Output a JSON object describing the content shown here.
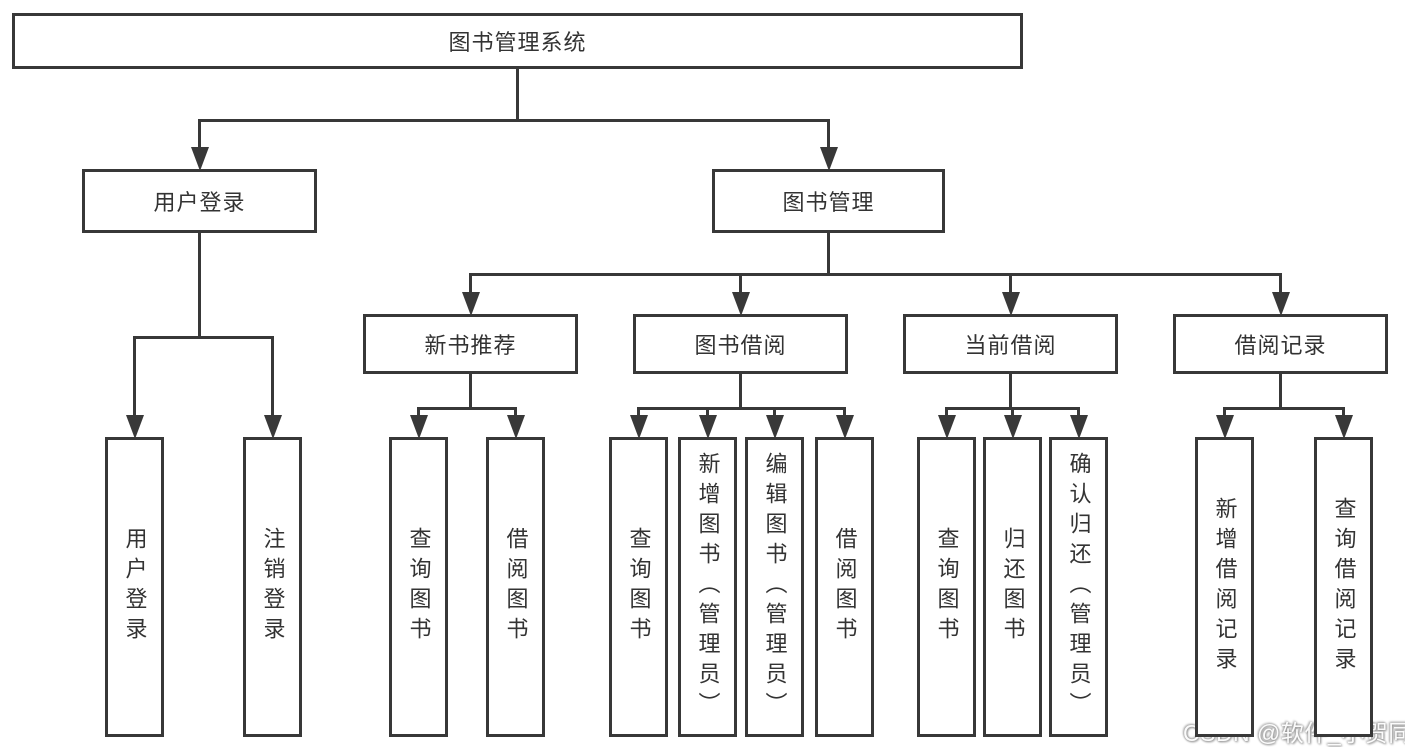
{
  "diagram": {
    "title": "图书管理系统",
    "type": "hierarchy-tree"
  },
  "nodes": [
    {
      "id": "root",
      "label": "图书管理系统",
      "parent": null,
      "orientation": "horizontal"
    },
    {
      "id": "user-login",
      "label": "用户登录",
      "parent": "root",
      "orientation": "horizontal"
    },
    {
      "id": "book-mgmt",
      "label": "图书管理",
      "parent": "root",
      "orientation": "horizontal"
    },
    {
      "id": "new-book-rec",
      "label": "新书推荐",
      "parent": "book-mgmt",
      "orientation": "horizontal"
    },
    {
      "id": "book-borrow",
      "label": "图书借阅",
      "parent": "book-mgmt",
      "orientation": "horizontal"
    },
    {
      "id": "current-borrow",
      "label": "当前借阅",
      "parent": "book-mgmt",
      "orientation": "horizontal"
    },
    {
      "id": "borrow-record",
      "label": "借阅记录",
      "parent": "book-mgmt",
      "orientation": "horizontal"
    },
    {
      "id": "ul-login",
      "label": "用户登录",
      "parent": "user-login",
      "orientation": "vertical"
    },
    {
      "id": "ul-logout",
      "label": "注销登录",
      "parent": "user-login",
      "orientation": "vertical"
    },
    {
      "id": "nbr-query",
      "label": "查询图书",
      "parent": "new-book-rec",
      "orientation": "vertical"
    },
    {
      "id": "nbr-borrow",
      "label": "借阅图书",
      "parent": "new-book-rec",
      "orientation": "vertical"
    },
    {
      "id": "bb-query",
      "label": "查询图书",
      "parent": "book-borrow",
      "orientation": "vertical"
    },
    {
      "id": "bb-add",
      "label": "新增图书（管理员）",
      "parent": "book-borrow",
      "orientation": "vertical"
    },
    {
      "id": "bb-edit",
      "label": "编辑图书（管理员）",
      "parent": "book-borrow",
      "orientation": "vertical"
    },
    {
      "id": "bb-borrow",
      "label": "借阅图书",
      "parent": "book-borrow",
      "orientation": "vertical"
    },
    {
      "id": "cb-query",
      "label": "查询图书",
      "parent": "current-borrow",
      "orientation": "vertical"
    },
    {
      "id": "cb-return",
      "label": "归还图书",
      "parent": "current-borrow",
      "orientation": "vertical"
    },
    {
      "id": "cb-confirm",
      "label": "确认归还（管理员）",
      "parent": "current-borrow",
      "orientation": "vertical"
    },
    {
      "id": "br-add",
      "label": "新增借阅记录",
      "parent": "borrow-record",
      "orientation": "vertical"
    },
    {
      "id": "br-query",
      "label": "查询借阅记录",
      "parent": "borrow-record",
      "orientation": "vertical"
    }
  ],
  "watermark": {
    "text": "CSDN @软件_小贺同学"
  },
  "colors": {
    "background": "#ffffff",
    "line": "#383838",
    "box_border": "#383838",
    "text": "#333333",
    "watermark_text": "#fbfbfb"
  }
}
